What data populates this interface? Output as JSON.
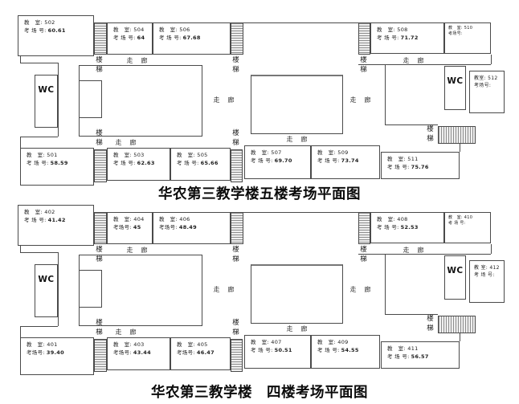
{
  "labels": {
    "wc": "WC",
    "corridor": "走　廊",
    "stairs": "楼梯"
  },
  "floors": [
    {
      "title": "华农第三教学楼五楼考场平面图",
      "rooms": [
        {
          "id": "502",
          "room_line": "教　室: 502",
          "exam_label": "考 场 号:",
          "exam_value": "60.61"
        },
        {
          "id": "504",
          "room_line": "教　室: 504",
          "exam_label": "考 场 号:",
          "exam_value": "64"
        },
        {
          "id": "506",
          "room_line": "教　室: 506",
          "exam_label": "考 场 号:",
          "exam_value": "67.68"
        },
        {
          "id": "508",
          "room_line": "教　室: 508",
          "exam_label": "考 场 号:",
          "exam_value": "71.72"
        },
        {
          "id": "510",
          "room_line": "教　室: 510",
          "exam_label": "考场号:",
          "exam_value": ""
        },
        {
          "id": "512",
          "room_line": "教室: 512",
          "exam_label": "考场号:",
          "exam_value": ""
        },
        {
          "id": "501",
          "room_line": "教　室: 501",
          "exam_label": "考 场 号:",
          "exam_value": "58.59"
        },
        {
          "id": "503",
          "room_line": "教　室: 503",
          "exam_label": "考 场 号:",
          "exam_value": "62.63"
        },
        {
          "id": "505",
          "room_line": "教　室: 505",
          "exam_label": "考 场 号:",
          "exam_value": "65.66"
        },
        {
          "id": "507",
          "room_line": "教　室: 507",
          "exam_label": "考 场 号:",
          "exam_value": "69.70"
        },
        {
          "id": "509",
          "room_line": "教　室: 509",
          "exam_label": "考 场 号:",
          "exam_value": "73.74"
        },
        {
          "id": "511",
          "room_line": "教　室: 511",
          "exam_label": "考 场 号:",
          "exam_value": "75.76"
        }
      ]
    },
    {
      "title": "华农第三教学楼　四楼考场平面图",
      "rooms": [
        {
          "id": "402",
          "room_line": "教　室: 402",
          "exam_label": "考 场 号:",
          "exam_value": "41.42"
        },
        {
          "id": "404",
          "room_line": "教　室: 404",
          "exam_label": "考场号:",
          "exam_value": "45"
        },
        {
          "id": "406",
          "room_line": "教　室: 406",
          "exam_label": "考场号:",
          "exam_value": "48.49"
        },
        {
          "id": "408",
          "room_line": "教　室: 408",
          "exam_label": "考 场 号:",
          "exam_value": "52.53"
        },
        {
          "id": "410",
          "room_line": "教　室: 410",
          "exam_label": "考 场 号:",
          "exam_value": ""
        },
        {
          "id": "412",
          "room_line": "教 室: 412",
          "exam_label": "考 场 号:",
          "exam_value": ""
        },
        {
          "id": "401",
          "room_line": "教　室: 401",
          "exam_label": "考场号:",
          "exam_value": "39.40"
        },
        {
          "id": "403",
          "room_line": "教　室: 403",
          "exam_label": "考场号:",
          "exam_value": "43.44"
        },
        {
          "id": "405",
          "room_line": "教　室: 405",
          "exam_label": "考场号:",
          "exam_value": "46.47"
        },
        {
          "id": "407",
          "room_line": "教　室: 407",
          "exam_label": "考 场 号:",
          "exam_value": "50.51"
        },
        {
          "id": "409",
          "room_line": "教　室: 409",
          "exam_label": "考 场 号:",
          "exam_value": "54.55"
        },
        {
          "id": "411",
          "room_line": "教　室: 411",
          "exam_label": "考 场 号:",
          "exam_value": "56.57"
        }
      ]
    }
  ]
}
